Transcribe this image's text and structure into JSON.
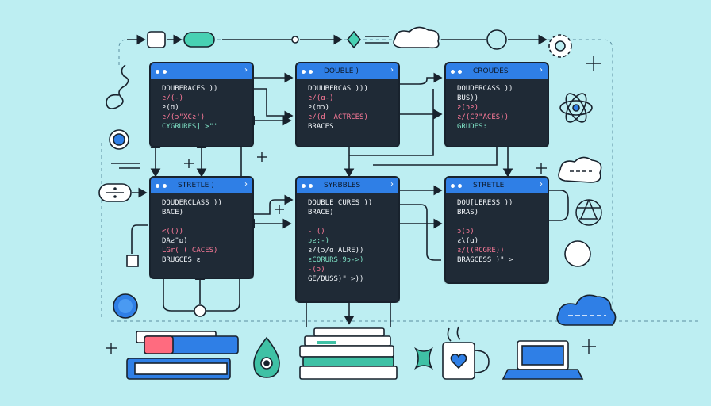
{
  "colors": {
    "background": "#bdeef2",
    "window_bg": "#1f2a36",
    "titlebar": "#2f7fe6",
    "outline": "#18222d",
    "pink": "#ff7b9a",
    "teal": "#3fc1a5",
    "blue": "#2f7fe6"
  },
  "windows": [
    {
      "title": "",
      "lines": [
        {
          "text": "DOUBERACES ))",
          "c": "c1"
        },
        {
          "text": "ƨ/(-)",
          "c": "c2"
        },
        {
          "text": "ƨ(ɑ)",
          "c": "c1"
        },
        {
          "text": "ƨ/(ɔ\"XCƨ')",
          "c": "c2"
        },
        {
          "text": "CYGRURES] >\"'",
          "c": "c3"
        }
      ]
    },
    {
      "title": "DOUBLE )",
      "lines": [
        {
          "text": "DOUUBERCAS )))",
          "c": "c1"
        },
        {
          "text": "ƨ/(ɑ-)",
          "c": "c2"
        },
        {
          "text": "ƨ(ɑɔ)",
          "c": "c1"
        },
        {
          "text": "ƨ/(d  ACTRCES)",
          "c": "c2"
        },
        {
          "text": "BRACES",
          "c": "c1"
        }
      ]
    },
    {
      "title": "CROUDES",
      "lines": [
        {
          "text": "DOUDERCASS ))",
          "c": "c1"
        },
        {
          "text": "BUS))",
          "c": "c1"
        },
        {
          "text": "ƨ(ɔƨ)",
          "c": "c2"
        },
        {
          "text": "ƨ/(C?\"ACES))",
          "c": "c2"
        },
        {
          "text": "GRUDES:",
          "c": "c3"
        }
      ]
    },
    {
      "title": "STRETLE )",
      "lines": [
        {
          "text": "DOUDERCLASS ))",
          "c": "c1"
        },
        {
          "text": "BACE)",
          "c": "c1"
        },
        {
          "text": "",
          "c": "c1"
        },
        {
          "text": "<(())",
          "c": "c2"
        },
        {
          "text": "DAƨ\"ɒ)",
          "c": "c1"
        },
        {
          "text": "LGr( ( CACES)",
          "c": "c2"
        },
        {
          "text": "BRUGCES ƨ",
          "c": "c1"
        }
      ]
    },
    {
      "title": "SYRBBLES",
      "lines": [
        {
          "text": "DOUBLE CURES ))",
          "c": "c1"
        },
        {
          "text": "BRACE)",
          "c": "c1"
        },
        {
          "text": "",
          "c": "c1"
        },
        {
          "text": "- ()",
          "c": "c2"
        },
        {
          "text": "ɔƨ:-)",
          "c": "c3"
        },
        {
          "text": "ƨ/(ɔ/ɑ ALRE))",
          "c": "c1"
        },
        {
          "text": "ƨCORURS:9ɔ->)",
          "c": "c3"
        },
        {
          "text": "-(ɔ)",
          "c": "c2"
        },
        {
          "text": "GE/DUSS)\" >))",
          "c": "c1"
        }
      ]
    },
    {
      "title": "STRETLE",
      "lines": [
        {
          "text": "DOU[LERESS ))",
          "c": "c1"
        },
        {
          "text": "BRAS)",
          "c": "c1"
        },
        {
          "text": "",
          "c": "c1"
        },
        {
          "text": "ɔ(ɔ)",
          "c": "c2"
        },
        {
          "text": "ƨ\\(ɑ)",
          "c": "c1"
        },
        {
          "text": "ƨ/((RCGRE))",
          "c": "c2"
        },
        {
          "text": "BRAGCESS )\" >",
          "c": "c1"
        }
      ]
    }
  ]
}
